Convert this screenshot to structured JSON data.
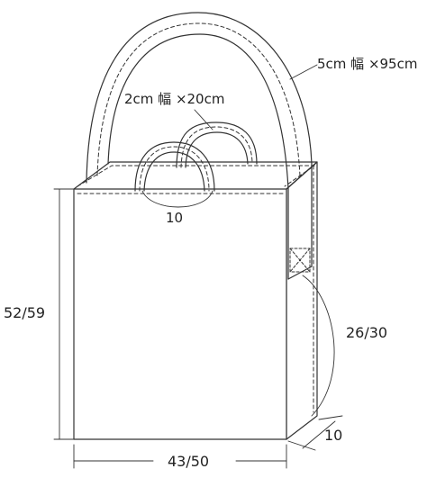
{
  "labels": {
    "long_strap": "5cm 幅 ×95cm",
    "short_handle": "2cm 幅 ×20cm",
    "handle_gap": "10",
    "height": "52/59",
    "width": "43/50",
    "strap_attach": "26/30",
    "depth": "10"
  }
}
